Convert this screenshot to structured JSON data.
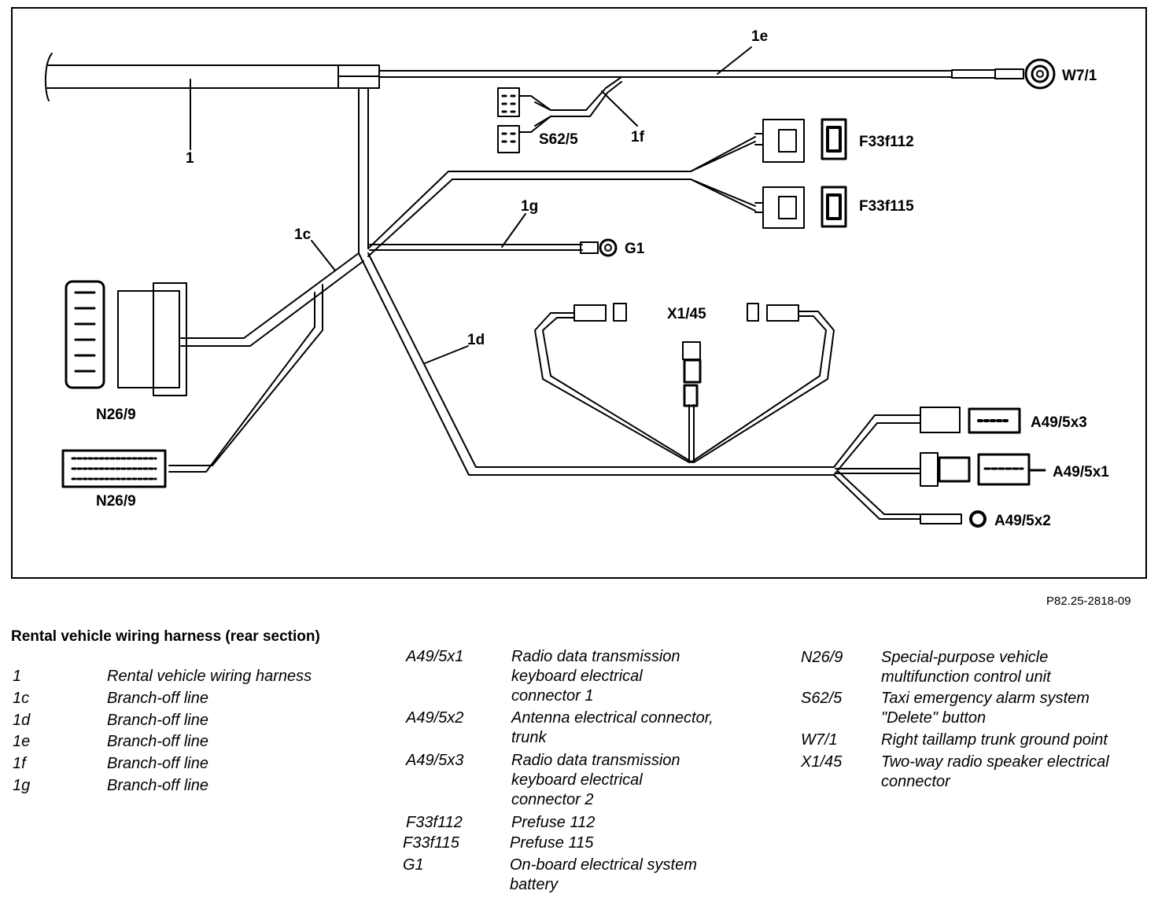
{
  "labels": {
    "l1": "1",
    "l1c": "1c",
    "l1d": "1d",
    "l1e": "1e",
    "l1f": "1f",
    "l1g": "1g",
    "W7_1": "W7/1",
    "S62_5": "S62/5",
    "F33f112": "F33f112",
    "F33f115": "F33f115",
    "G1": "G1",
    "X1_45": "X1/45",
    "N26_9_a": "N26/9",
    "N26_9_b": "N26/9",
    "A49_5x3": "A49/5x3",
    "A49_5x1": "A49/5x1",
    "A49_5x2": "A49/5x2"
  },
  "reference": "P82.25-2818-09",
  "legend": {
    "title": "Rental vehicle wiring harness (rear section)",
    "col1": [
      {
        "code": "1",
        "desc": "Rental vehicle wiring harness"
      },
      {
        "code": "1c",
        "desc": "Branch-off line"
      },
      {
        "code": "1d",
        "desc": "Branch-off line"
      },
      {
        "code": "1e",
        "desc": "Branch-off line"
      },
      {
        "code": "1f",
        "desc": "Branch-off line"
      },
      {
        "code": "1g",
        "desc": "Branch-off line"
      }
    ],
    "col2": [
      {
        "code": "A49/5x1",
        "desc": "Radio data transmission keyboard electrical connector 1"
      },
      {
        "code": "A49/5x2",
        "desc": "Antenna electrical connector, trunk"
      },
      {
        "code": "A49/5x3",
        "desc": "Radio data transmission keyboard electrical connector 2"
      },
      {
        "code": "F33f112",
        "desc": "Prefuse 112"
      },
      {
        "code": "F33f115",
        "desc": "Prefuse 115"
      },
      {
        "code": "G1",
        "desc": "On-board electrical system battery"
      }
    ],
    "col3": [
      {
        "code": "N26/9",
        "desc": "Special-purpose vehicle multifunction control unit"
      },
      {
        "code": "S62/5",
        "desc": "Taxi emergency alarm system \"Delete\" button"
      },
      {
        "code": "W7/1",
        "desc": "Right taillamp trunk ground point"
      },
      {
        "code": "X1/45",
        "desc": "Two-way radio speaker electrical connector"
      }
    ]
  }
}
